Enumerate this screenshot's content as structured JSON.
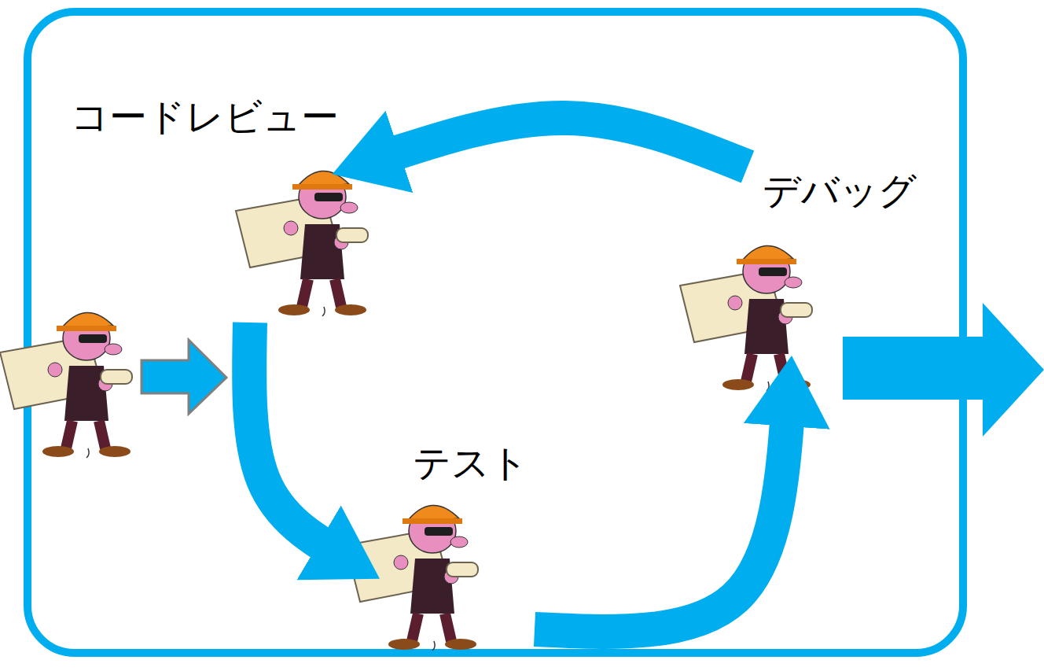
{
  "diagram": {
    "nodes": [
      {
        "text": [
          "コードレビュー"
        ]
      },
      {
        "text": [
          "デバッグ"
        ]
      },
      {
        "text": [
          "テスト"
        ]
      }
    ],
    "edges": [
      {
        "from": 0,
        "to": 2,
        "arrow": "to"
      },
      {
        "from": 2,
        "to": 1,
        "arrow": "to"
      },
      {
        "from": 1,
        "to": 0,
        "arrow": "to"
      }
    ]
  }
}
